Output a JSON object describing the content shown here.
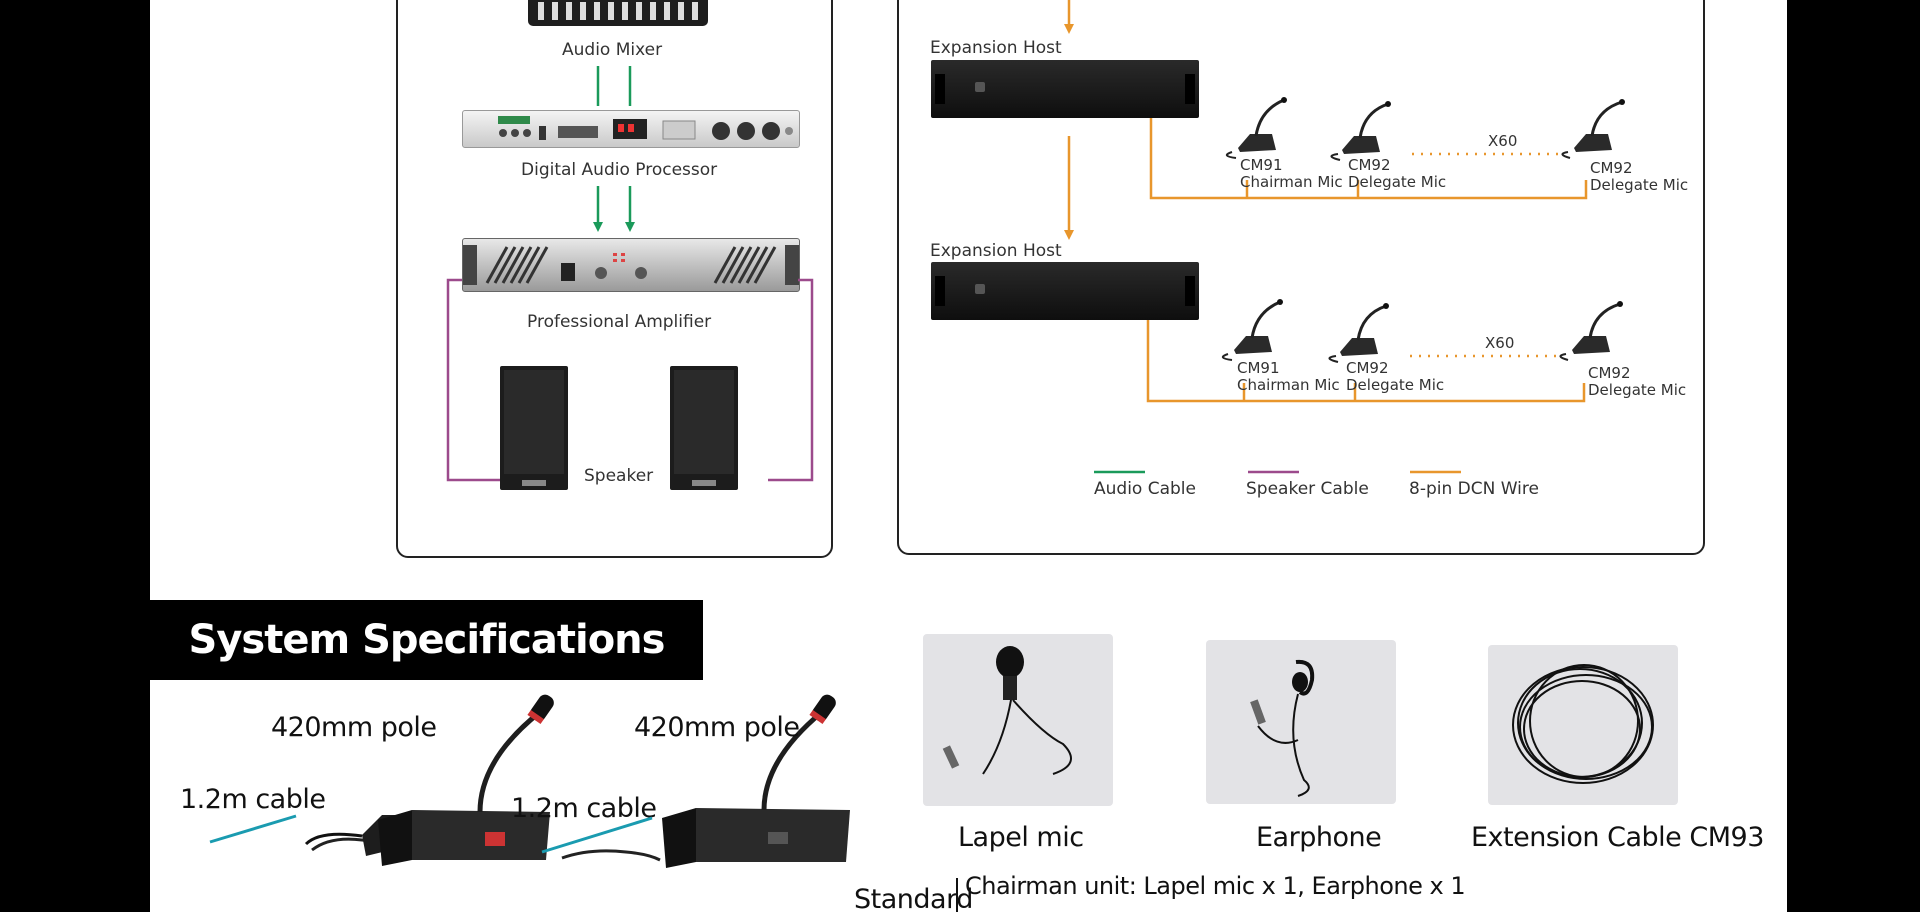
{
  "left_diagram": {
    "audio_mixer": "Audio Mixer",
    "digital_audio_processor": "Digital Audio Processor",
    "professional_amplifier": "Professional Amplifier",
    "speaker": "Speaker"
  },
  "right_diagram": {
    "expansion_host_1": "Expansion Host",
    "expansion_host_2": "Expansion Host",
    "row1": {
      "cm91": "CM91",
      "cm91_role": "Chairman Mic",
      "cm92_a": "CM92",
      "cm92_a_role": "Delegate Mic",
      "x60": "X60",
      "cm92_b": "CM92",
      "cm92_b_role": "Delegate Mic"
    },
    "row2": {
      "cm91": "CM91",
      "cm91_role": "Chairman Mic",
      "cm92_a": "CM92",
      "cm92_a_role": "Delegate Mic",
      "x60": "X60",
      "cm92_b": "CM92",
      "cm92_b_role": "Delegate Mic"
    },
    "legend": [
      {
        "label": "Audio Cable",
        "color": "#1a9a5a"
      },
      {
        "label": "Speaker Cable",
        "color": "#9c4a8c"
      },
      {
        "label": "8-pin DCN Wire",
        "color": "#e8962c"
      }
    ]
  },
  "specs": {
    "title": "System Specifications",
    "chairman_pole": "420mm pole",
    "chairman_cable": "1.2m cable",
    "delegate_pole": "420mm pole",
    "delegate_cable": "1.2m cable",
    "lapel_mic": "Lapel mic",
    "earphone": "Earphone",
    "extension_cable": "Extension Cable CM93",
    "standard_label": "Standard",
    "standard_line1": "Chairman unit: Lapel mic x 1, Earphone x 1"
  },
  "colors": {
    "audio_cable": "#1a9a5a",
    "speaker_cable": "#9c4a8c",
    "dcn_wire": "#e8962c",
    "cable_teal": "#1a9bb0"
  }
}
